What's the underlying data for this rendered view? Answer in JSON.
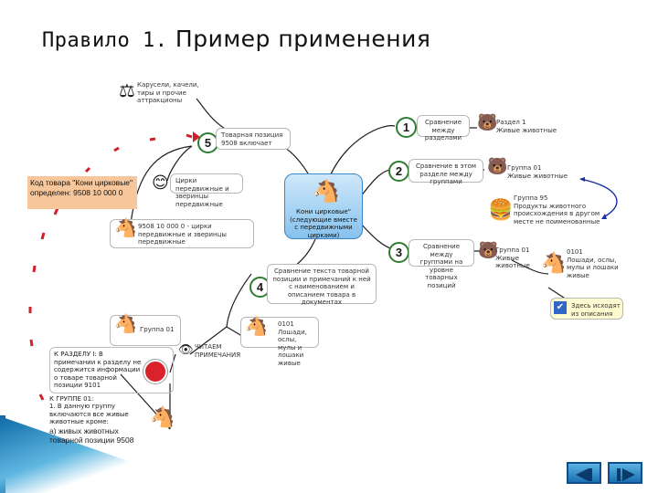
{
  "title": {
    "rule": "Правило 1.",
    "rest": " Пример применения"
  },
  "center_node": "Кони цирковые\" (следующие вместе с передвижными цирками)",
  "code_box": "Код товара \"Кони цирковые\" определен: 9508 10 000 0",
  "nodes": {
    "n1": {
      "number": "1",
      "label": "Сравнение между разделами",
      "detail": "Раздел 1\nЖивые животные"
    },
    "n2": {
      "number": "2",
      "label": "Сравнение в этом разделе между группами",
      "detail": "Группа 01\nЖивые животные",
      "detail2": "Группа 95\nПродукты животного происхождения в другом месте не поименованные"
    },
    "n3": {
      "number": "3",
      "label": "Сравнение между группами на уровне товарных позиций",
      "detail": "Группа 01\nЖивые животные",
      "detail2": "0101\nЛошади, ослы, мулы и лошаки живые",
      "result": "Здесь исходят из описания"
    },
    "n4": {
      "number": "4",
      "label": "Сравнение текста товарной позиции и примечаний к ней с наименованием и описанием товара в документах"
    },
    "n5": {
      "number": "5",
      "label": "Товарная позиция 9508 включает"
    }
  },
  "left_items": {
    "carousel": "Карусели, качели, тиры и прочие аттракционы",
    "circus": "Цирки передвижные и зверинцы передвижные",
    "code_item": "9508 10 000 0 - цирки передвижные и зверинцы передвижные",
    "group01": "Группа 01",
    "notes": "ЧИТАЕМ ПРИМЕЧАНИЯ",
    "horses": "0101 Лошади, ослы, мулы и лошаки живые"
  },
  "lower": {
    "section_note": "К РАЗДЕЛУ I: В примечании к разделу не содержится информации о товаре товарной позиции 9101",
    "group_note_head": "К ГРУППЕ 01:",
    "group_note_body": "1. В данную группу включаются все живые животные кроме:",
    "group_note_bold": "а) живых животных товарной позиции 9508"
  },
  "nav": {
    "prev": "prev-button",
    "next": "next-button"
  },
  "colors": {
    "center_fill": "#a9d4f5",
    "dash": "#d0202a",
    "code_fill": "#f7c79b"
  }
}
